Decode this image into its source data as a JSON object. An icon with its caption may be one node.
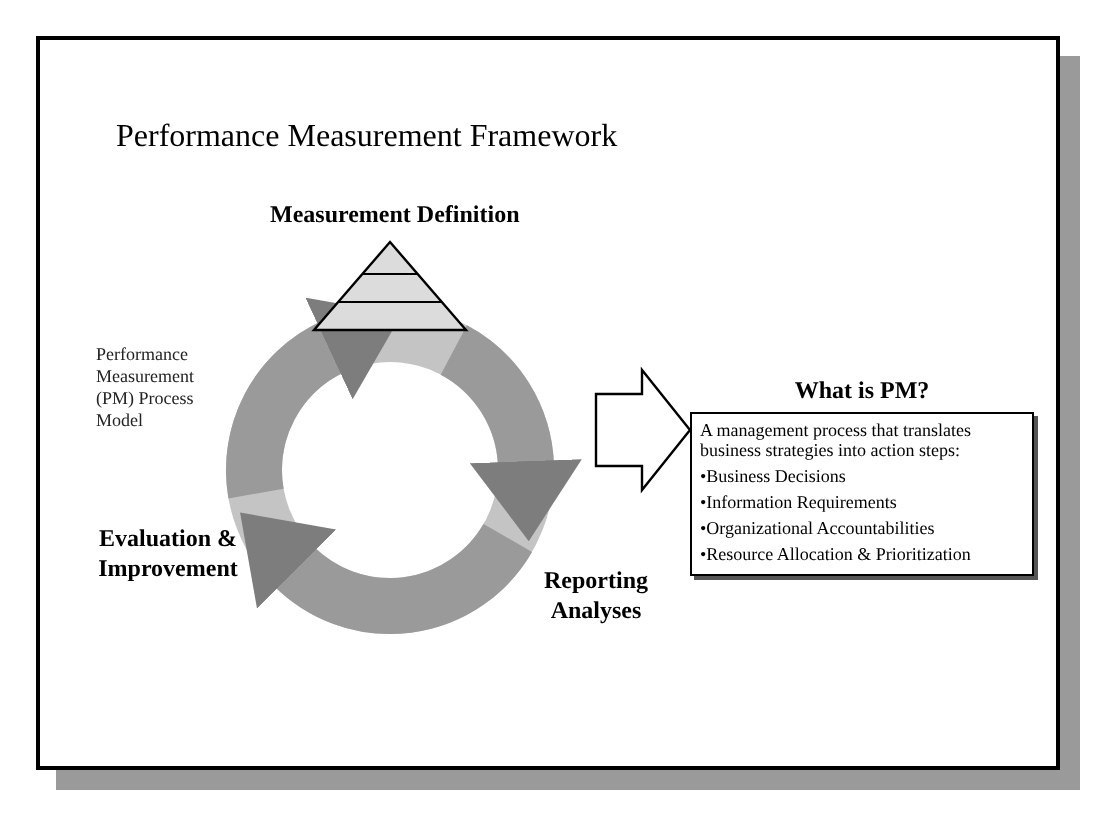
{
  "diagram": {
    "title": "Performance Measurement Framework",
    "nodes": [
      {
        "text": [
          "Measurement Definition"
        ]
      },
      {
        "text": [
          "Reporting Analyses"
        ]
      },
      {
        "text": [
          "Evaluation & Improvement"
        ]
      },
      {
        "text": [
          "What is PM?",
          "A management process that translates business strategies into action steps:",
          "•Business Decisions",
          "•Information Requirements",
          "•Organizational Accountabilities",
          "•Resource Allocation & Prioritization"
        ]
      }
    ],
    "edges": [
      {
        "from": 0,
        "to": 1,
        "arrow": "to"
      },
      {
        "from": 1,
        "to": 2,
        "arrow": "to"
      },
      {
        "from": 2,
        "to": 0,
        "arrow": "to"
      },
      {
        "from": null,
        "to": 3,
        "arrow": "to",
        "color": "#000000"
      }
    ],
    "labels": [
      "Performance Measurement (PM) Process Model"
    ]
  }
}
